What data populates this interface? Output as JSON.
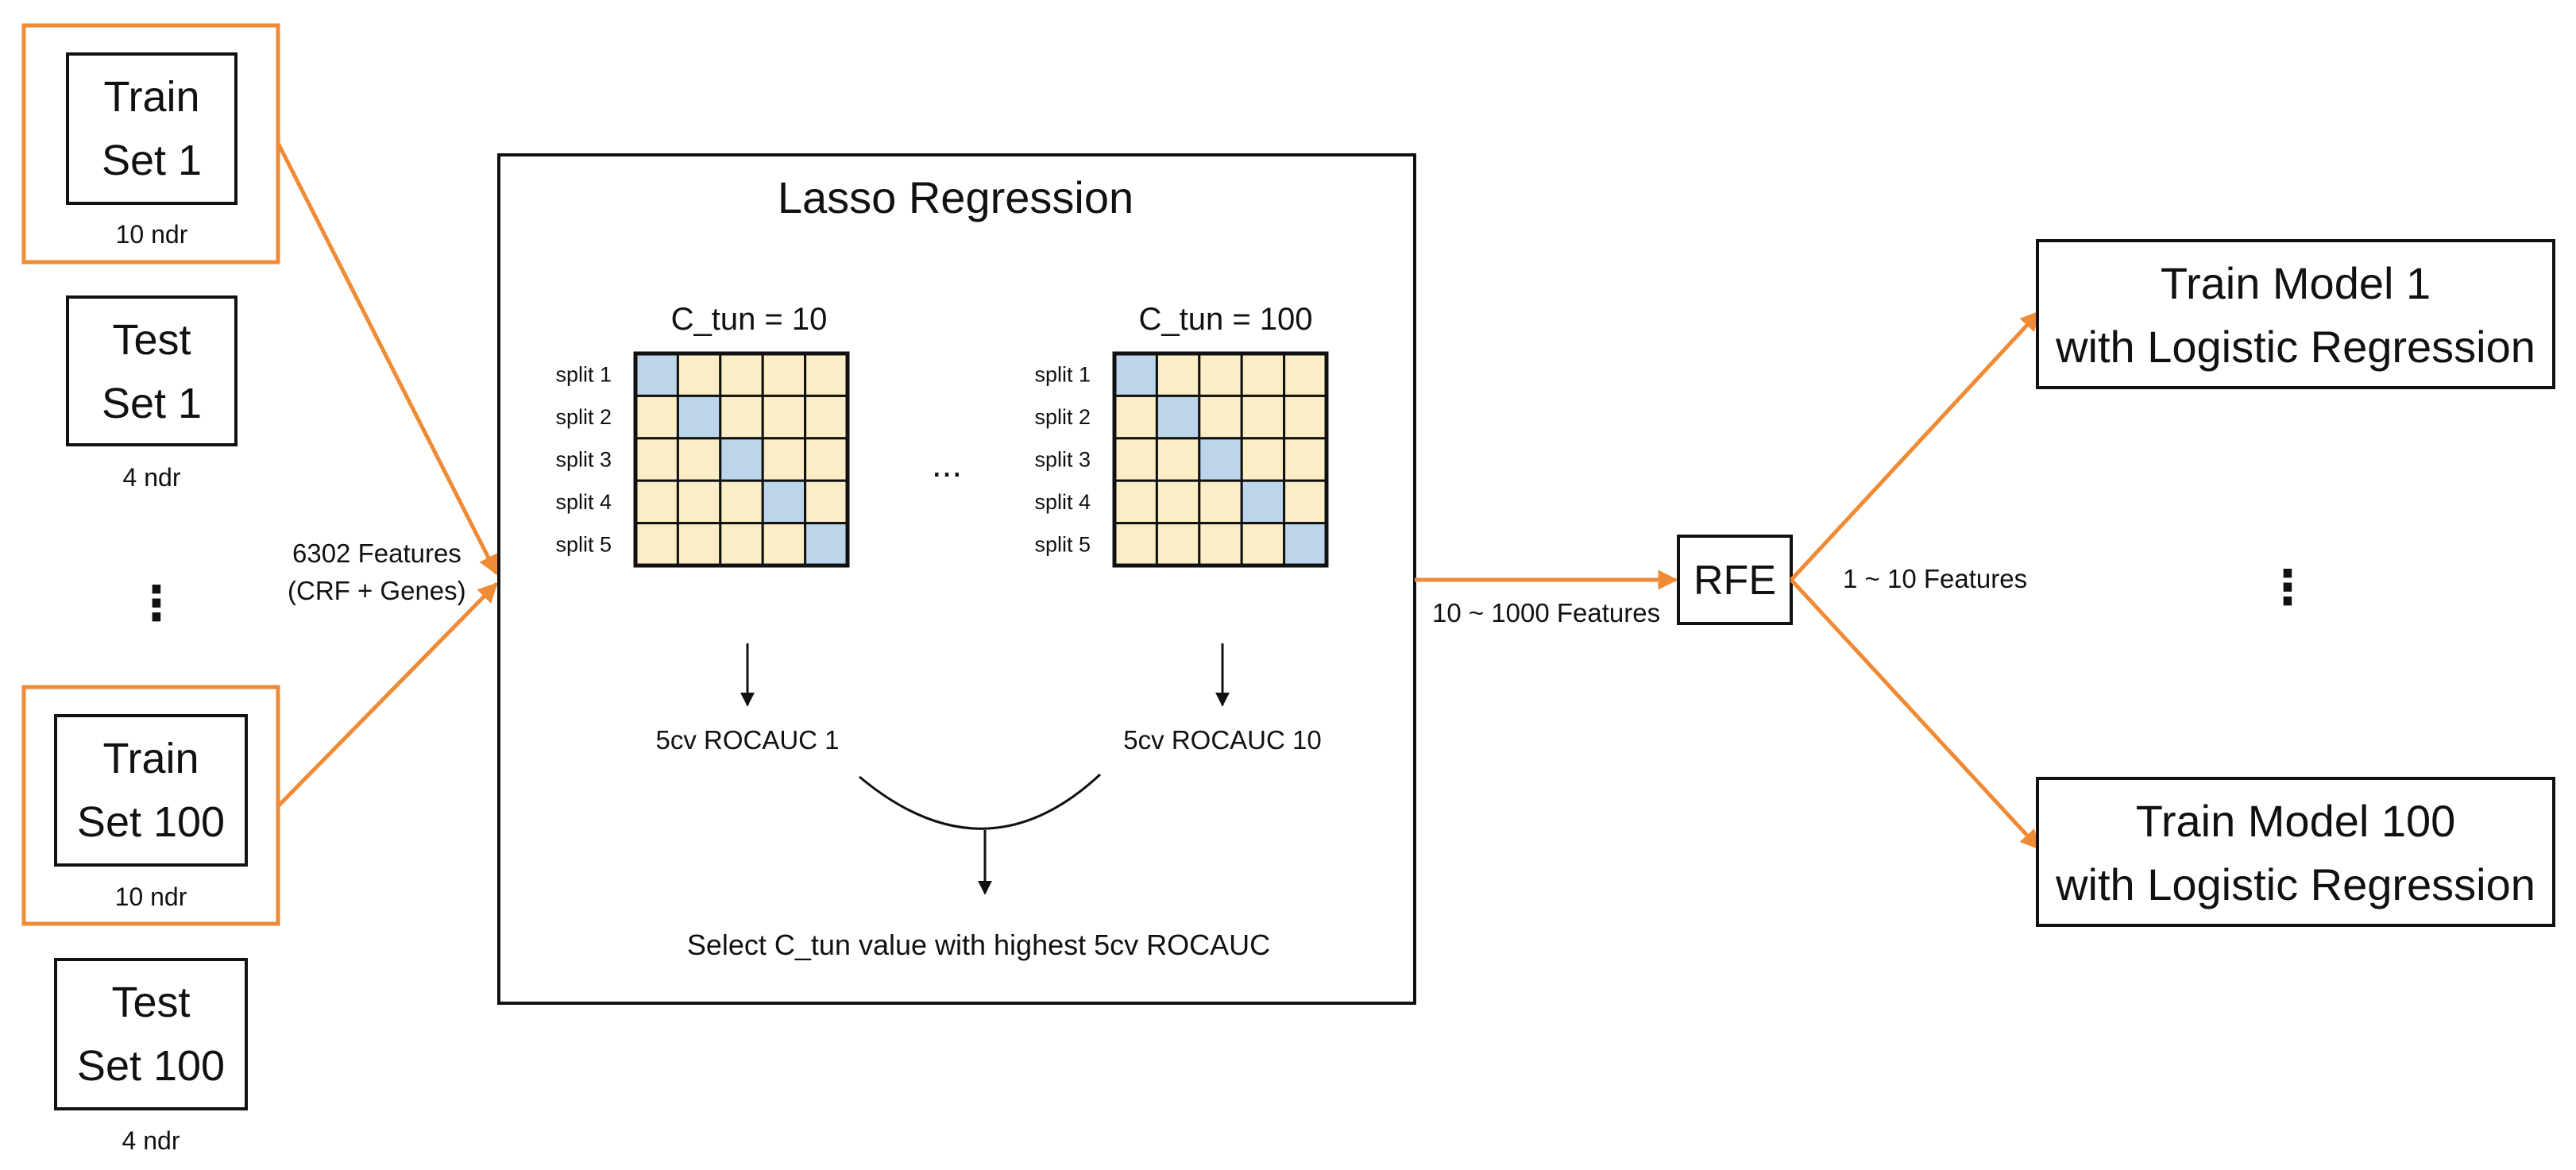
{
  "left_sets": {
    "train_1": {
      "line1": "Train",
      "line2": "Set 1",
      "ndr": "10 ndr"
    },
    "test_1": {
      "line1": "Test",
      "line2": "Set 1",
      "ndr": "4 ndr"
    },
    "ellipsis": "⋮",
    "train_100": {
      "line1": "Train",
      "line2": "Set 100",
      "ndr": "10 ndr"
    },
    "test_100": {
      "line1": "Test",
      "line2": "Set 100",
      "ndr": "4 ndr"
    }
  },
  "features_in": {
    "line1": "6302 Features",
    "line2": "(CRF + Genes)"
  },
  "lasso": {
    "title": "Lasso Regression",
    "grids": [
      {
        "ctun": "C_tun = 10",
        "result": "5cv ROCAUC 1"
      },
      {
        "ctun": "C_tun = 100",
        "result": "5cv ROCAUC 10"
      }
    ],
    "split_labels": [
      "split 1",
      "split 2",
      "split 3",
      "split 4",
      "split 5"
    ],
    "between": "...",
    "select": "Select C_tun value with highest 5cv ROCAUC"
  },
  "features_mid": "10 ~ 1000 Features",
  "rfe": "RFE",
  "features_out": "1 ~ 10 Features",
  "models": {
    "model_1": {
      "line1": "Train Model 1",
      "line2": "with Logistic Regression"
    },
    "ellipsis": "⋮",
    "model_100": {
      "line1": "Train Model 100",
      "line2": "with Logistic Regression"
    }
  },
  "colors": {
    "accent": "#ef8a35",
    "cell_fold": "#fbeec7",
    "cell_val": "#bcd5ea",
    "stroke": "#111111"
  }
}
